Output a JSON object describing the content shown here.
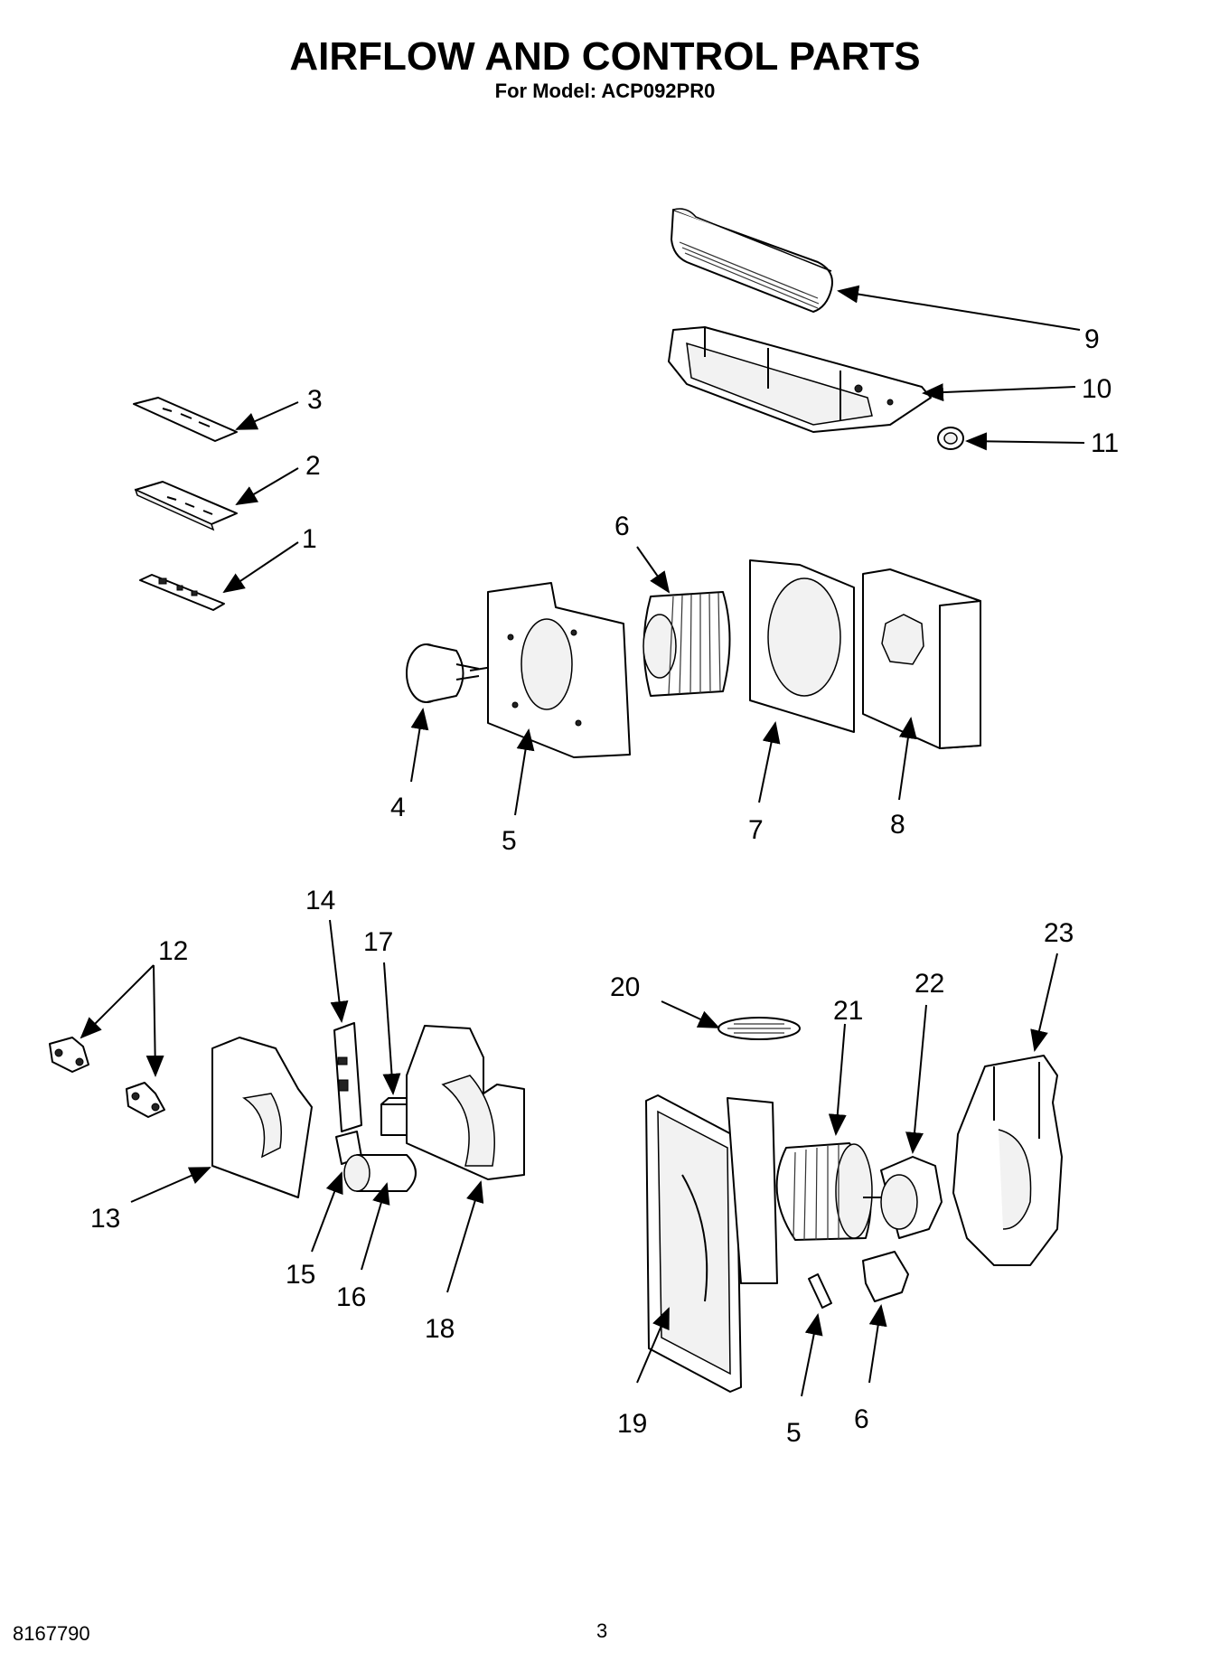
{
  "header": {
    "title": "AIRFLOW AND CONTROL PARTS",
    "subtitle": "For Model: ACP092PR0"
  },
  "footer": {
    "doc_number": "8167790",
    "page_number": "3"
  },
  "callouts": [
    "9",
    "10",
    "11",
    "3",
    "2",
    "1",
    "6",
    "4",
    "5",
    "7",
    "8",
    "14",
    "12",
    "17",
    "23",
    "20",
    "21",
    "22",
    "13",
    "15",
    "16",
    "18",
    "19",
    "5",
    "6"
  ]
}
